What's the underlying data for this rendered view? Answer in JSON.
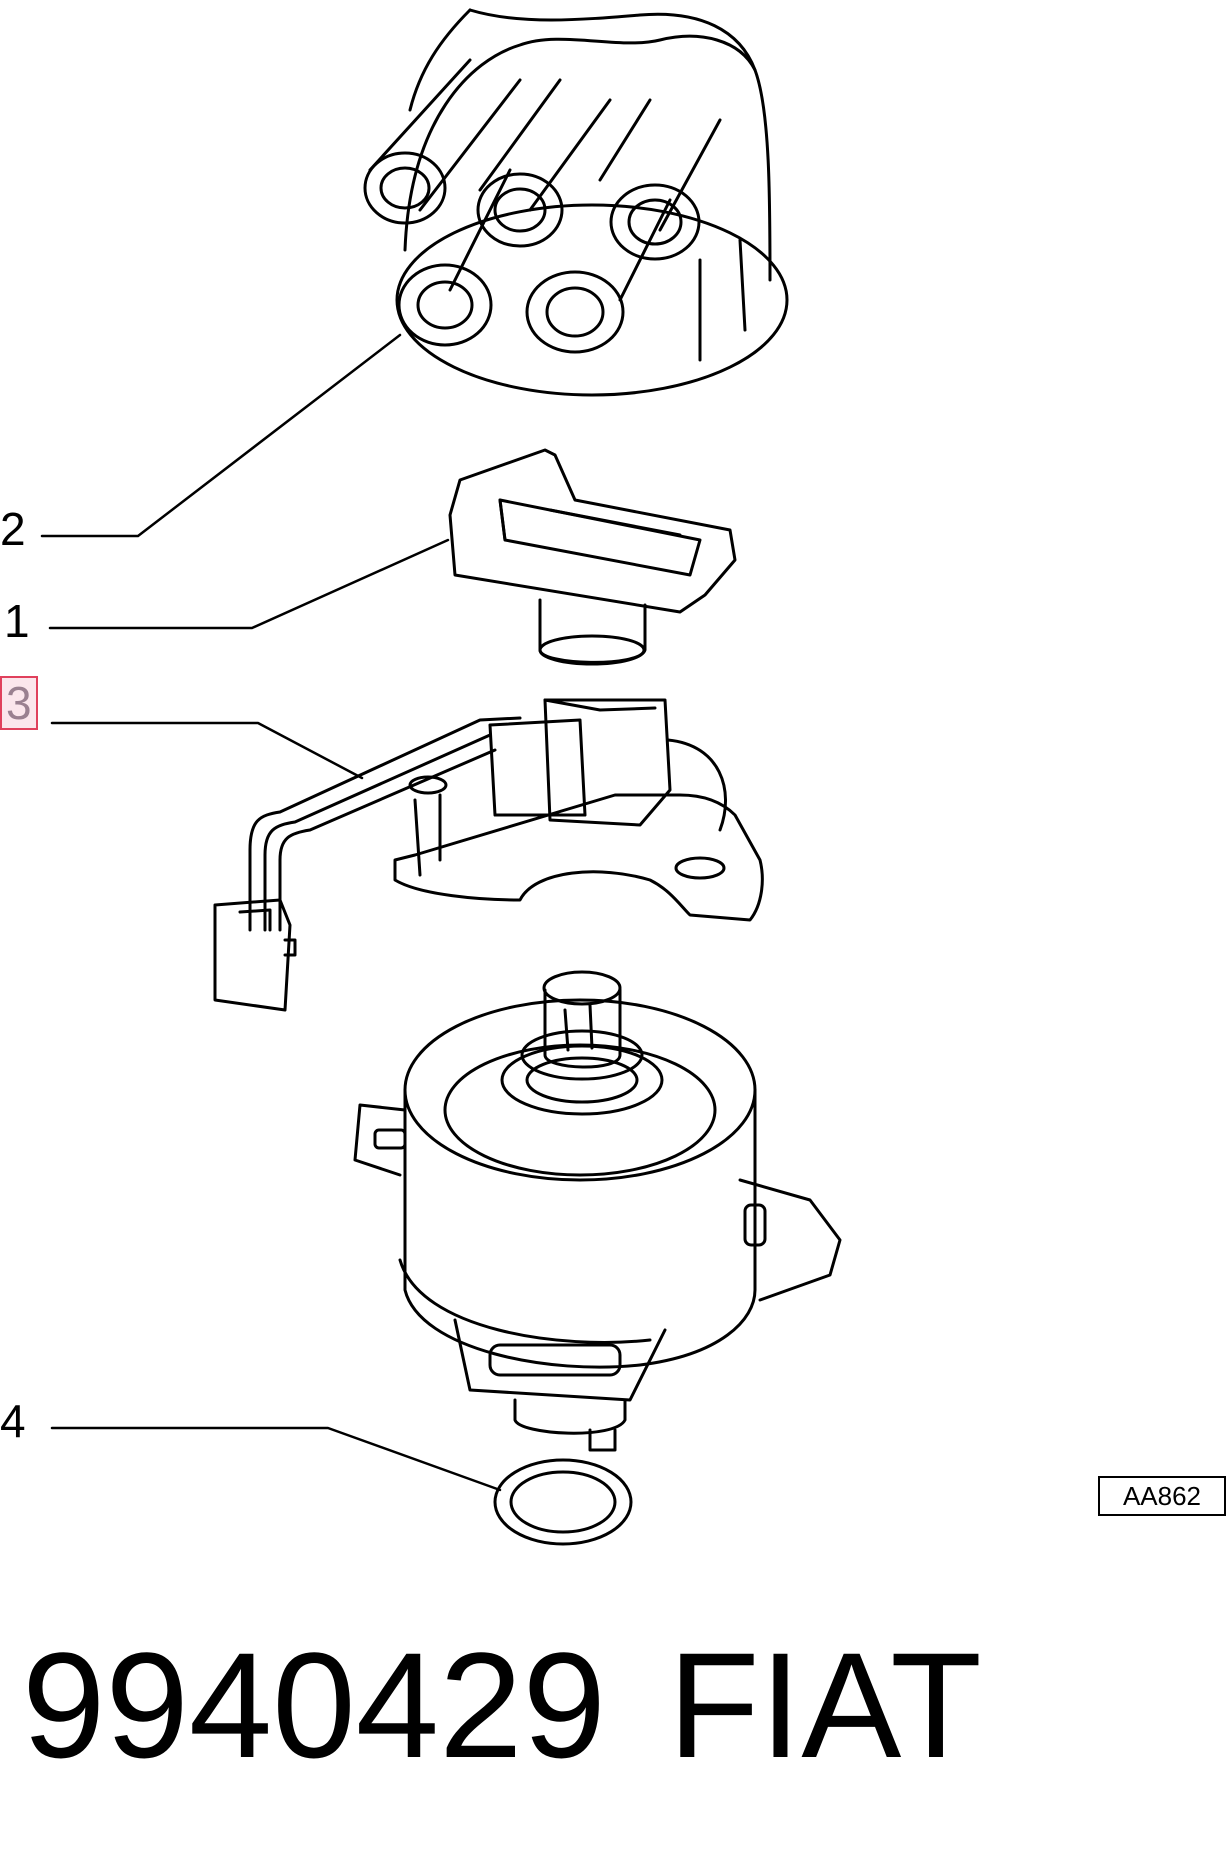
{
  "callouts": [
    {
      "id": "2",
      "label": "2"
    },
    {
      "id": "1",
      "label": "1"
    },
    {
      "id": "3",
      "label": "3",
      "highlighted": true
    },
    {
      "id": "4",
      "label": "4"
    }
  ],
  "reference_code": "AA862",
  "part_number": "9940429",
  "brand": "FIAT",
  "colors": {
    "line": "#000000",
    "highlight_fill": "#fbe6ec",
    "highlight_border": "#e0405c"
  }
}
